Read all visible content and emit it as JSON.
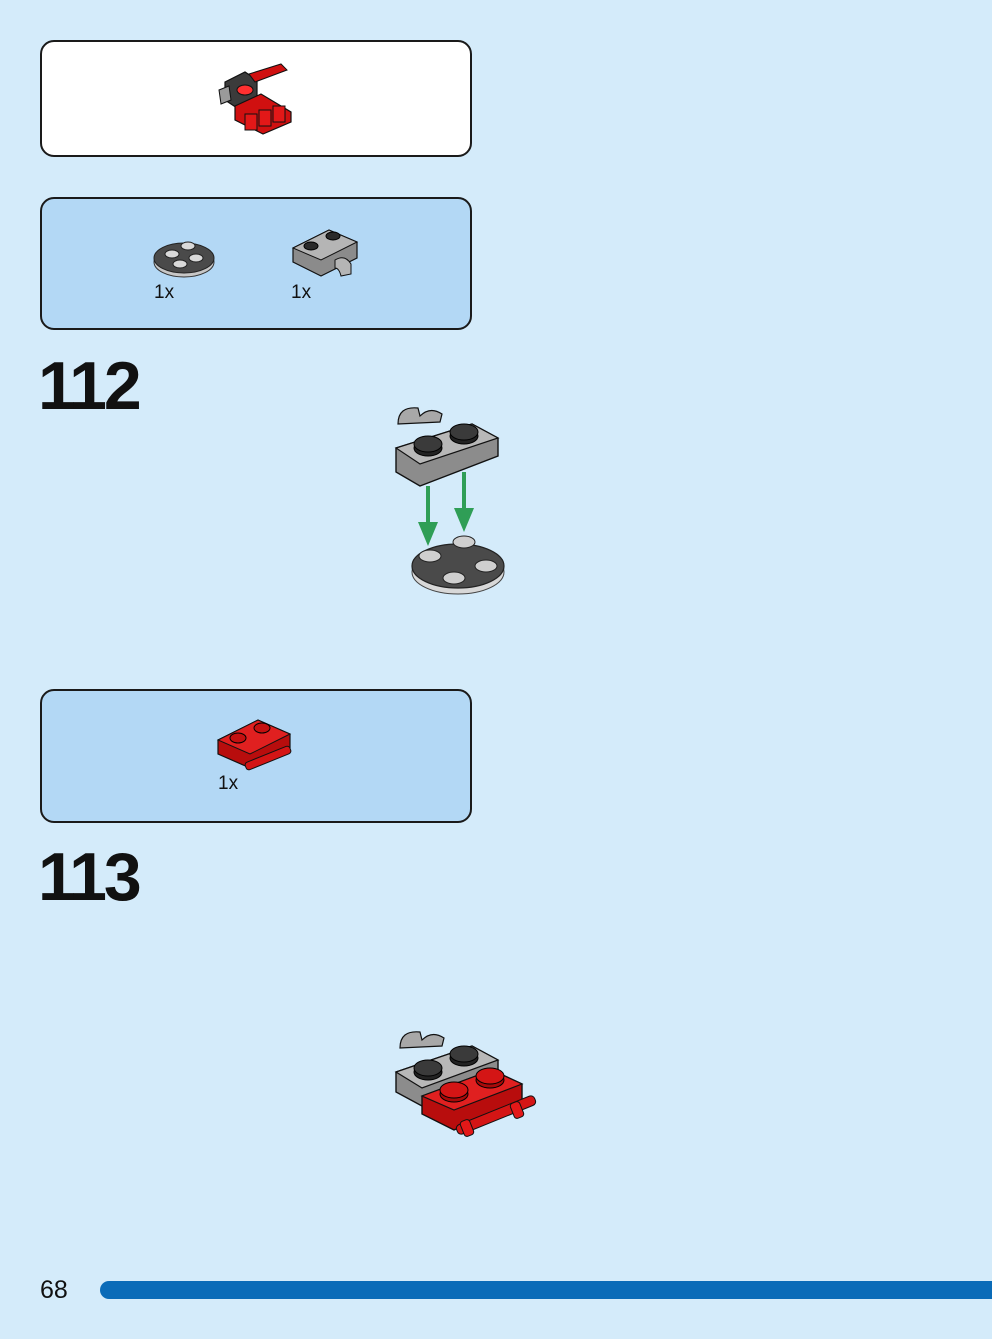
{
  "subassembly": {
    "icon": "red-arm-assembly-icon"
  },
  "step_112": {
    "number": "112",
    "parts": [
      {
        "icon": "round-plate-2x2-dark-gray-icon",
        "quantity": "1x"
      },
      {
        "icon": "plate-clip-1x2-gray-icon",
        "quantity": "1x"
      }
    ],
    "arrow_color": "#2f9e56"
  },
  "step_113": {
    "number": "113",
    "parts": [
      {
        "icon": "plate-bar-1x2-red-icon",
        "quantity": "1x"
      }
    ]
  },
  "footer": {
    "page_number": "68",
    "bar_color": "#0a6bb8"
  }
}
